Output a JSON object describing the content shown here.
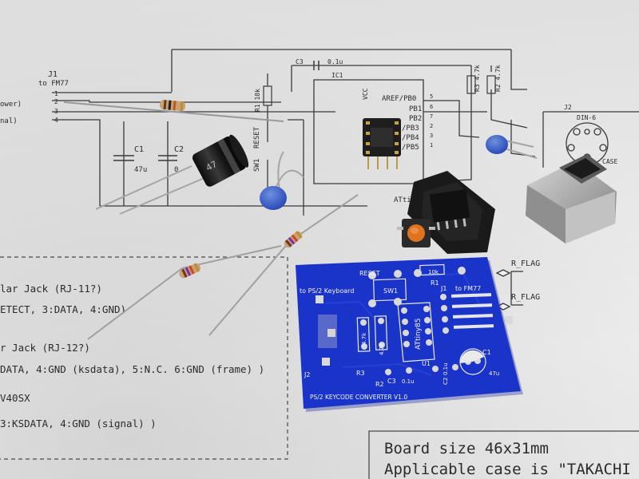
{
  "schematic": {
    "j1_ref": "J1",
    "j1_to": "to FM77",
    "j1_pins": [
      "1",
      "2",
      "3",
      "4"
    ],
    "power_tail": "ower)",
    "signal_tail": "nal)",
    "c1_label": "C1",
    "c1_value": "47u",
    "c2_label": "C2",
    "c2_value": "0",
    "c3_label": "C3",
    "c3_value": "0.1u",
    "r1_label": "R1 10k",
    "sw1_label": "SW1",
    "reset_label": "RESET",
    "ic1_label": "IC1",
    "vcc_label": "VCC",
    "pins_right": [
      "AREF/PB0",
      "PB1",
      "PB2",
      "/PB3",
      "/PB4",
      "/PB5"
    ],
    "pin_nums": [
      "5",
      "6",
      "7",
      "2",
      "3",
      "1"
    ],
    "attiny_partial": "ATti",
    "r2_label": "R2 4.7k",
    "r3_label": "R3 4.7k",
    "j2_label": "J2",
    "din_label": "DIN-6",
    "case_label": "CASE",
    "flag1": "R_FLAG",
    "flag2": "R_FLAG",
    "note_lines": [
      "lar Jack (RJ-11?)",
      "ETECT, 3:DATA, 4:GND)",
      "r Jack (RJ-12?)",
      "DATA, 4:GND (ksdata), 5:N.C. 6:GND (frame) )",
      "V40SX",
      "3:KSDATA, 4:GND (signal) )"
    ],
    "board_size": "Board size 46x31mm",
    "applicable_case": "Applicable case is \"TAKACHI"
  },
  "pcb": {
    "reset": "RESET",
    "to_ps2": "to PS/2 Keyboard",
    "sw1": "SW1",
    "r1": "R1",
    "r1_value": "10k",
    "j1": "J1",
    "to_fm77": "to FM77",
    "j2": "J2",
    "r3": "R3",
    "r3_value": "4.7k",
    "r2": "R2",
    "r2_value": "4.7k",
    "chip": "ATtiny85",
    "u1": "U1",
    "c3": "C3",
    "c3_value": "0.1u",
    "c2": "C2",
    "c2_value": "0.1u",
    "c1": "C1",
    "c1_value": "47u",
    "title": "PS/2 KEYCODE CONVERTER V1.0"
  },
  "components": {
    "cap_marking": "47"
  },
  "colors": {
    "pcb_blue": "#1a33c8",
    "silkscreen": "#f4f4f4",
    "paper": "#e6e6e6",
    "ink": "#2b2b2b"
  }
}
